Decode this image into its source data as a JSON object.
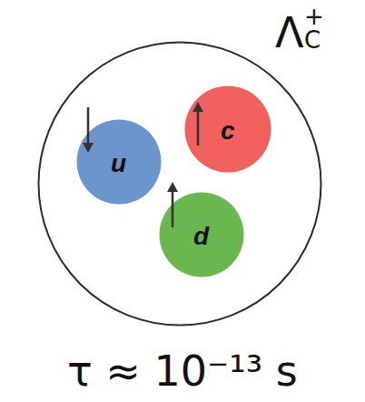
{
  "diagram": {
    "nodes": [
      {
        "text": [
          "Λ",
          "+",
          "C"
        ]
      },
      {
        "text": [
          "c"
        ],
        "in": 0
      },
      {
        "text": [
          "u"
        ],
        "in": 0
      },
      {
        "text": [
          "d"
        ],
        "in": 0
      }
    ],
    "labels": [
      "τ ≈ 10⁻¹³ s"
    ]
  }
}
